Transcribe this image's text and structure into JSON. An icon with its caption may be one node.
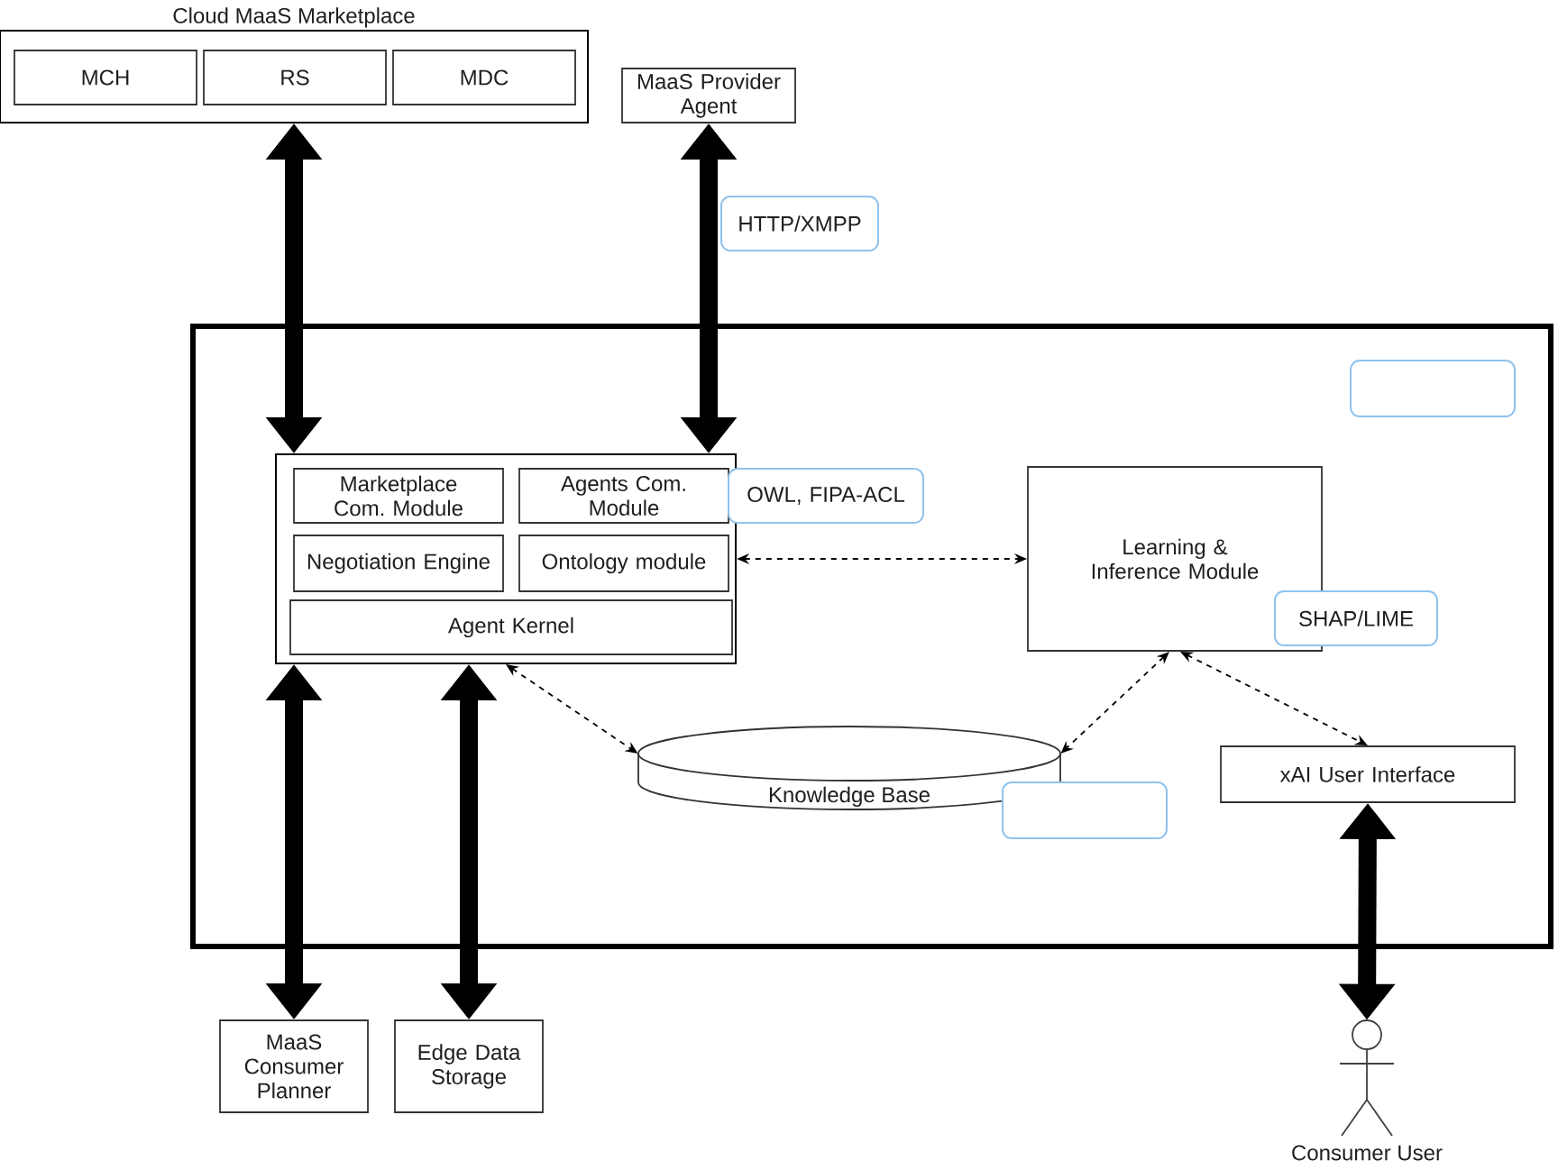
{
  "diagram": {
    "nodes": [
      {
        "text": [
          "Cloud MaaS Marketplace"
        ]
      },
      {
        "text": [
          "MCH"
        ],
        "in": 0
      },
      {
        "text": [
          "RS"
        ],
        "in": 0
      },
      {
        "text": [
          "MDC"
        ],
        "in": 0
      },
      {
        "text": [
          "MaaS Provider Agent"
        ]
      },
      {
        "text": [
          "HTTP/XMPP"
        ]
      },
      {
        "text": [],
        "shape": "box"
      },
      {
        "text": [],
        "shape": "box",
        "in": 6
      },
      {
        "text": [],
        "shape": "box",
        "in": 6
      },
      {
        "text": [
          "Marketplace Com. Module"
        ],
        "in": 8
      },
      {
        "text": [
          "Agents Com. Module"
        ],
        "in": 8
      },
      {
        "text": [
          "Negotiation Engine"
        ],
        "in": 8
      },
      {
        "text": [
          "Ontology module"
        ],
        "in": 8
      },
      {
        "text": [
          "Agent Kernel"
        ],
        "in": 8
      },
      {
        "text": [
          "OWL, FIPA-ACL"
        ],
        "in": 6
      },
      {
        "text": [
          "Learning & Inference Module"
        ],
        "in": 6
      },
      {
        "text": [
          "SHAP/LIME"
        ],
        "in": 6
      },
      {
        "text": [
          "Knowledge Base"
        ],
        "in": 6
      },
      {
        "text": [],
        "shape": "box",
        "in": 6
      },
      {
        "text": [
          "xAI User Interface"
        ],
        "in": 6
      },
      {
        "text": [
          "MaaS Consumer Planner"
        ]
      },
      {
        "text": [
          "Edge Data Storage"
        ]
      },
      {
        "text": [
          "Consumer User"
        ]
      }
    ],
    "edges": [
      {
        "from": 0,
        "to": 8,
        "arrow": "both"
      },
      {
        "from": 4,
        "to": 8,
        "arrow": "both"
      },
      {
        "from": 8,
        "to": 15,
        "arrow": "both",
        "style": "dashed"
      },
      {
        "from": 8,
        "to": 17,
        "arrow": "both",
        "style": "dashed"
      },
      {
        "from": 15,
        "to": 17,
        "arrow": "both",
        "style": "dashed"
      },
      {
        "from": 15,
        "to": 19,
        "arrow": "both",
        "style": "dashed"
      },
      {
        "from": 8,
        "to": 20,
        "arrow": "both"
      },
      {
        "from": 8,
        "to": 21,
        "arrow": "both"
      },
      {
        "from": 19,
        "to": 22,
        "arrow": "both"
      }
    ]
  }
}
